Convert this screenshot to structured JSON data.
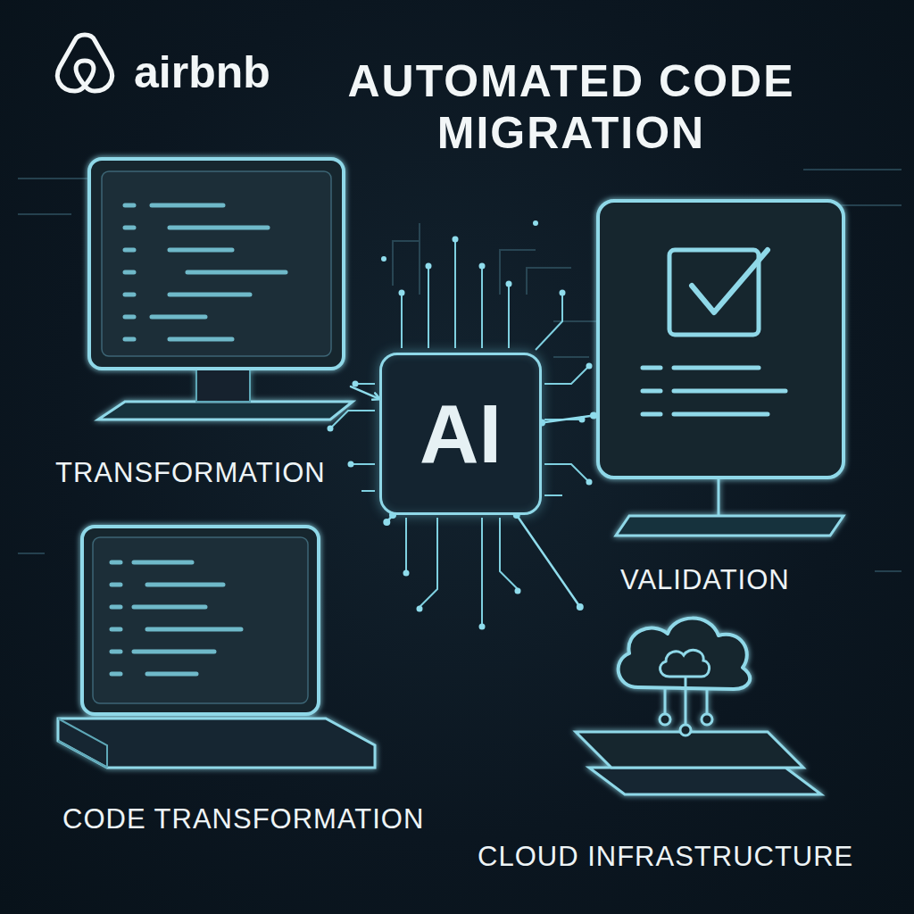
{
  "diagram": {
    "title": "AUTOMATED CODE MIGRATION",
    "nodes": [
      {
        "text": [
          "TRANSFORMATION"
        ]
      },
      {
        "text": [
          "AI"
        ]
      },
      {
        "text": [
          "VALIDATION"
        ]
      },
      {
        "text": [
          "CODE TRANSFORMATION"
        ]
      },
      {
        "text": [
          "CLOUD INFRASTRUCTURE"
        ]
      }
    ],
    "edges": [
      {
        "from": 0,
        "to": 1,
        "arrow": "to"
      },
      {
        "from": 1,
        "to": 2,
        "arrow": "none"
      },
      {
        "from": 1,
        "to": 3,
        "arrow": "none"
      },
      {
        "from": 1,
        "to": 4,
        "arrow": "none"
      }
    ],
    "labels": [
      "airbnb"
    ]
  }
}
